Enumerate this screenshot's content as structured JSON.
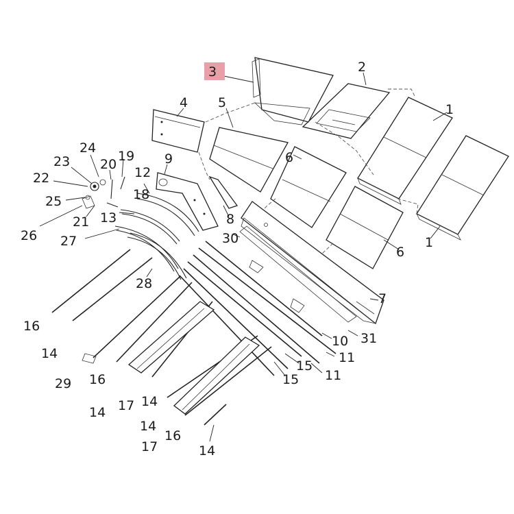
{
  "diagram": {
    "highlighted_label": "3",
    "labels": [
      "1",
      "1",
      "2",
      "3",
      "4",
      "5",
      "6",
      "6",
      "7",
      "8",
      "9",
      "10",
      "11",
      "11",
      "12",
      "13",
      "14",
      "14",
      "14",
      "14",
      "14",
      "15",
      "15",
      "16",
      "16",
      "16",
      "17",
      "17",
      "18",
      "19",
      "20",
      "21",
      "22",
      "23",
      "24",
      "25",
      "26",
      "27",
      "28",
      "29",
      "30",
      "31"
    ]
  },
  "colors": {
    "highlight": "#e8a0a8",
    "ink": "#222222"
  }
}
